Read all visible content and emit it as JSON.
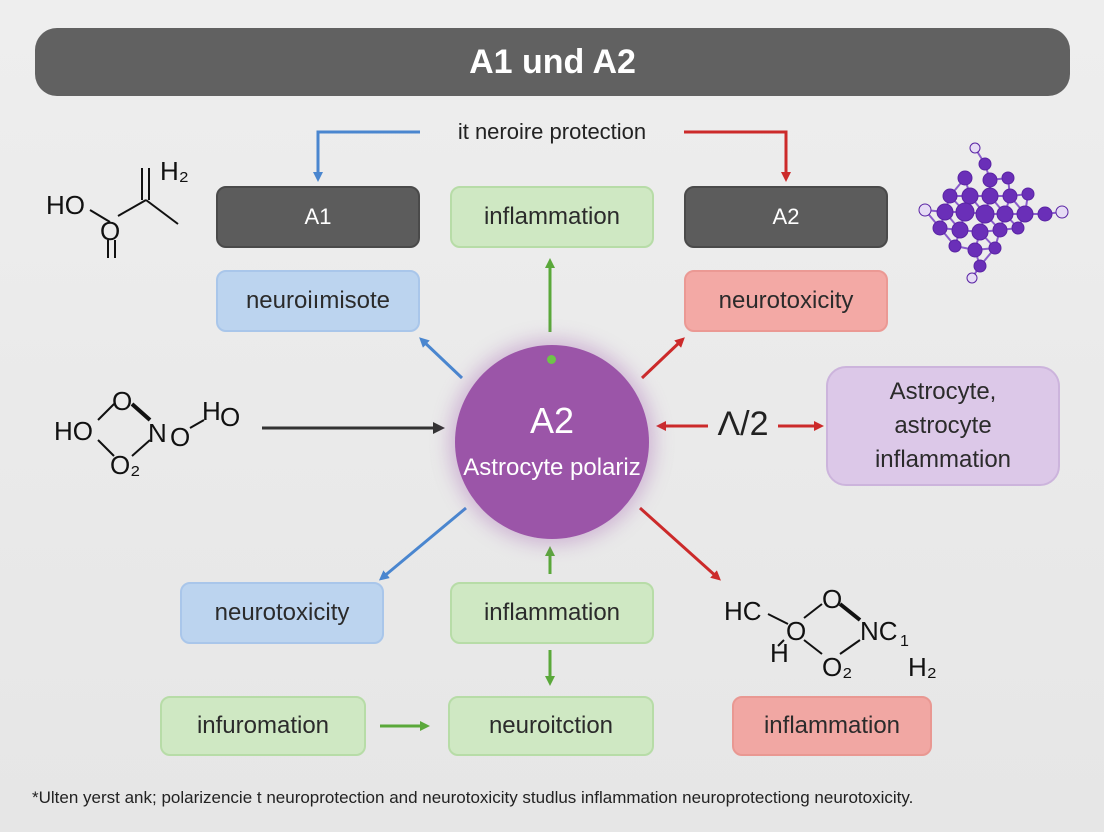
{
  "title": "A1 und A2",
  "top_label": "it neroire protection",
  "boxes": {
    "a1": "A1",
    "inflammation_top": "inflammation",
    "a2": "A2",
    "neuroimmisote": "neuroiımisote",
    "neurotoxicity_top": "neurotoxicity",
    "astro_purple": "Astrocyte, astrocyte inflammation",
    "neurotoxicity_bottom": "neurotoxicity",
    "inflammation_mid": "inflammation",
    "infuromation": "infuromation",
    "neuroitction": "neuroitction",
    "inflammation_bottom_right": "inflammation"
  },
  "center": {
    "title": "A2",
    "subtitle": "Astrocyte polariz"
  },
  "mid_arrow_label": "Λ/2",
  "chem_top_left": {
    "a": "H₂",
    "b": "HO",
    "c": "O"
  },
  "chem_mid_left": {
    "a": "O",
    "b": "HO",
    "c": "N",
    "d": "O",
    "e": "H",
    "f": "O",
    "g": "O₂"
  },
  "chem_bottom_right": {
    "a": "HC",
    "b": "O",
    "c": "NC",
    "d": "1",
    "e": "H",
    "f": "O₂",
    "g": "H₂",
    "h": "O"
  },
  "footnote": "*Ulten yerst ank; polarizencie t neuroprotection and neurotoxicity studlus inflammation neuroprotectiong neurotoxicity.",
  "colors": {
    "green_arrow": "#5aa83a",
    "blue_arrow": "#4a86cf",
    "red_arrow": "#cc2a2a",
    "dark_arrow": "#333333",
    "center": "#9b55a8",
    "molecule": "#6a2fb8"
  }
}
